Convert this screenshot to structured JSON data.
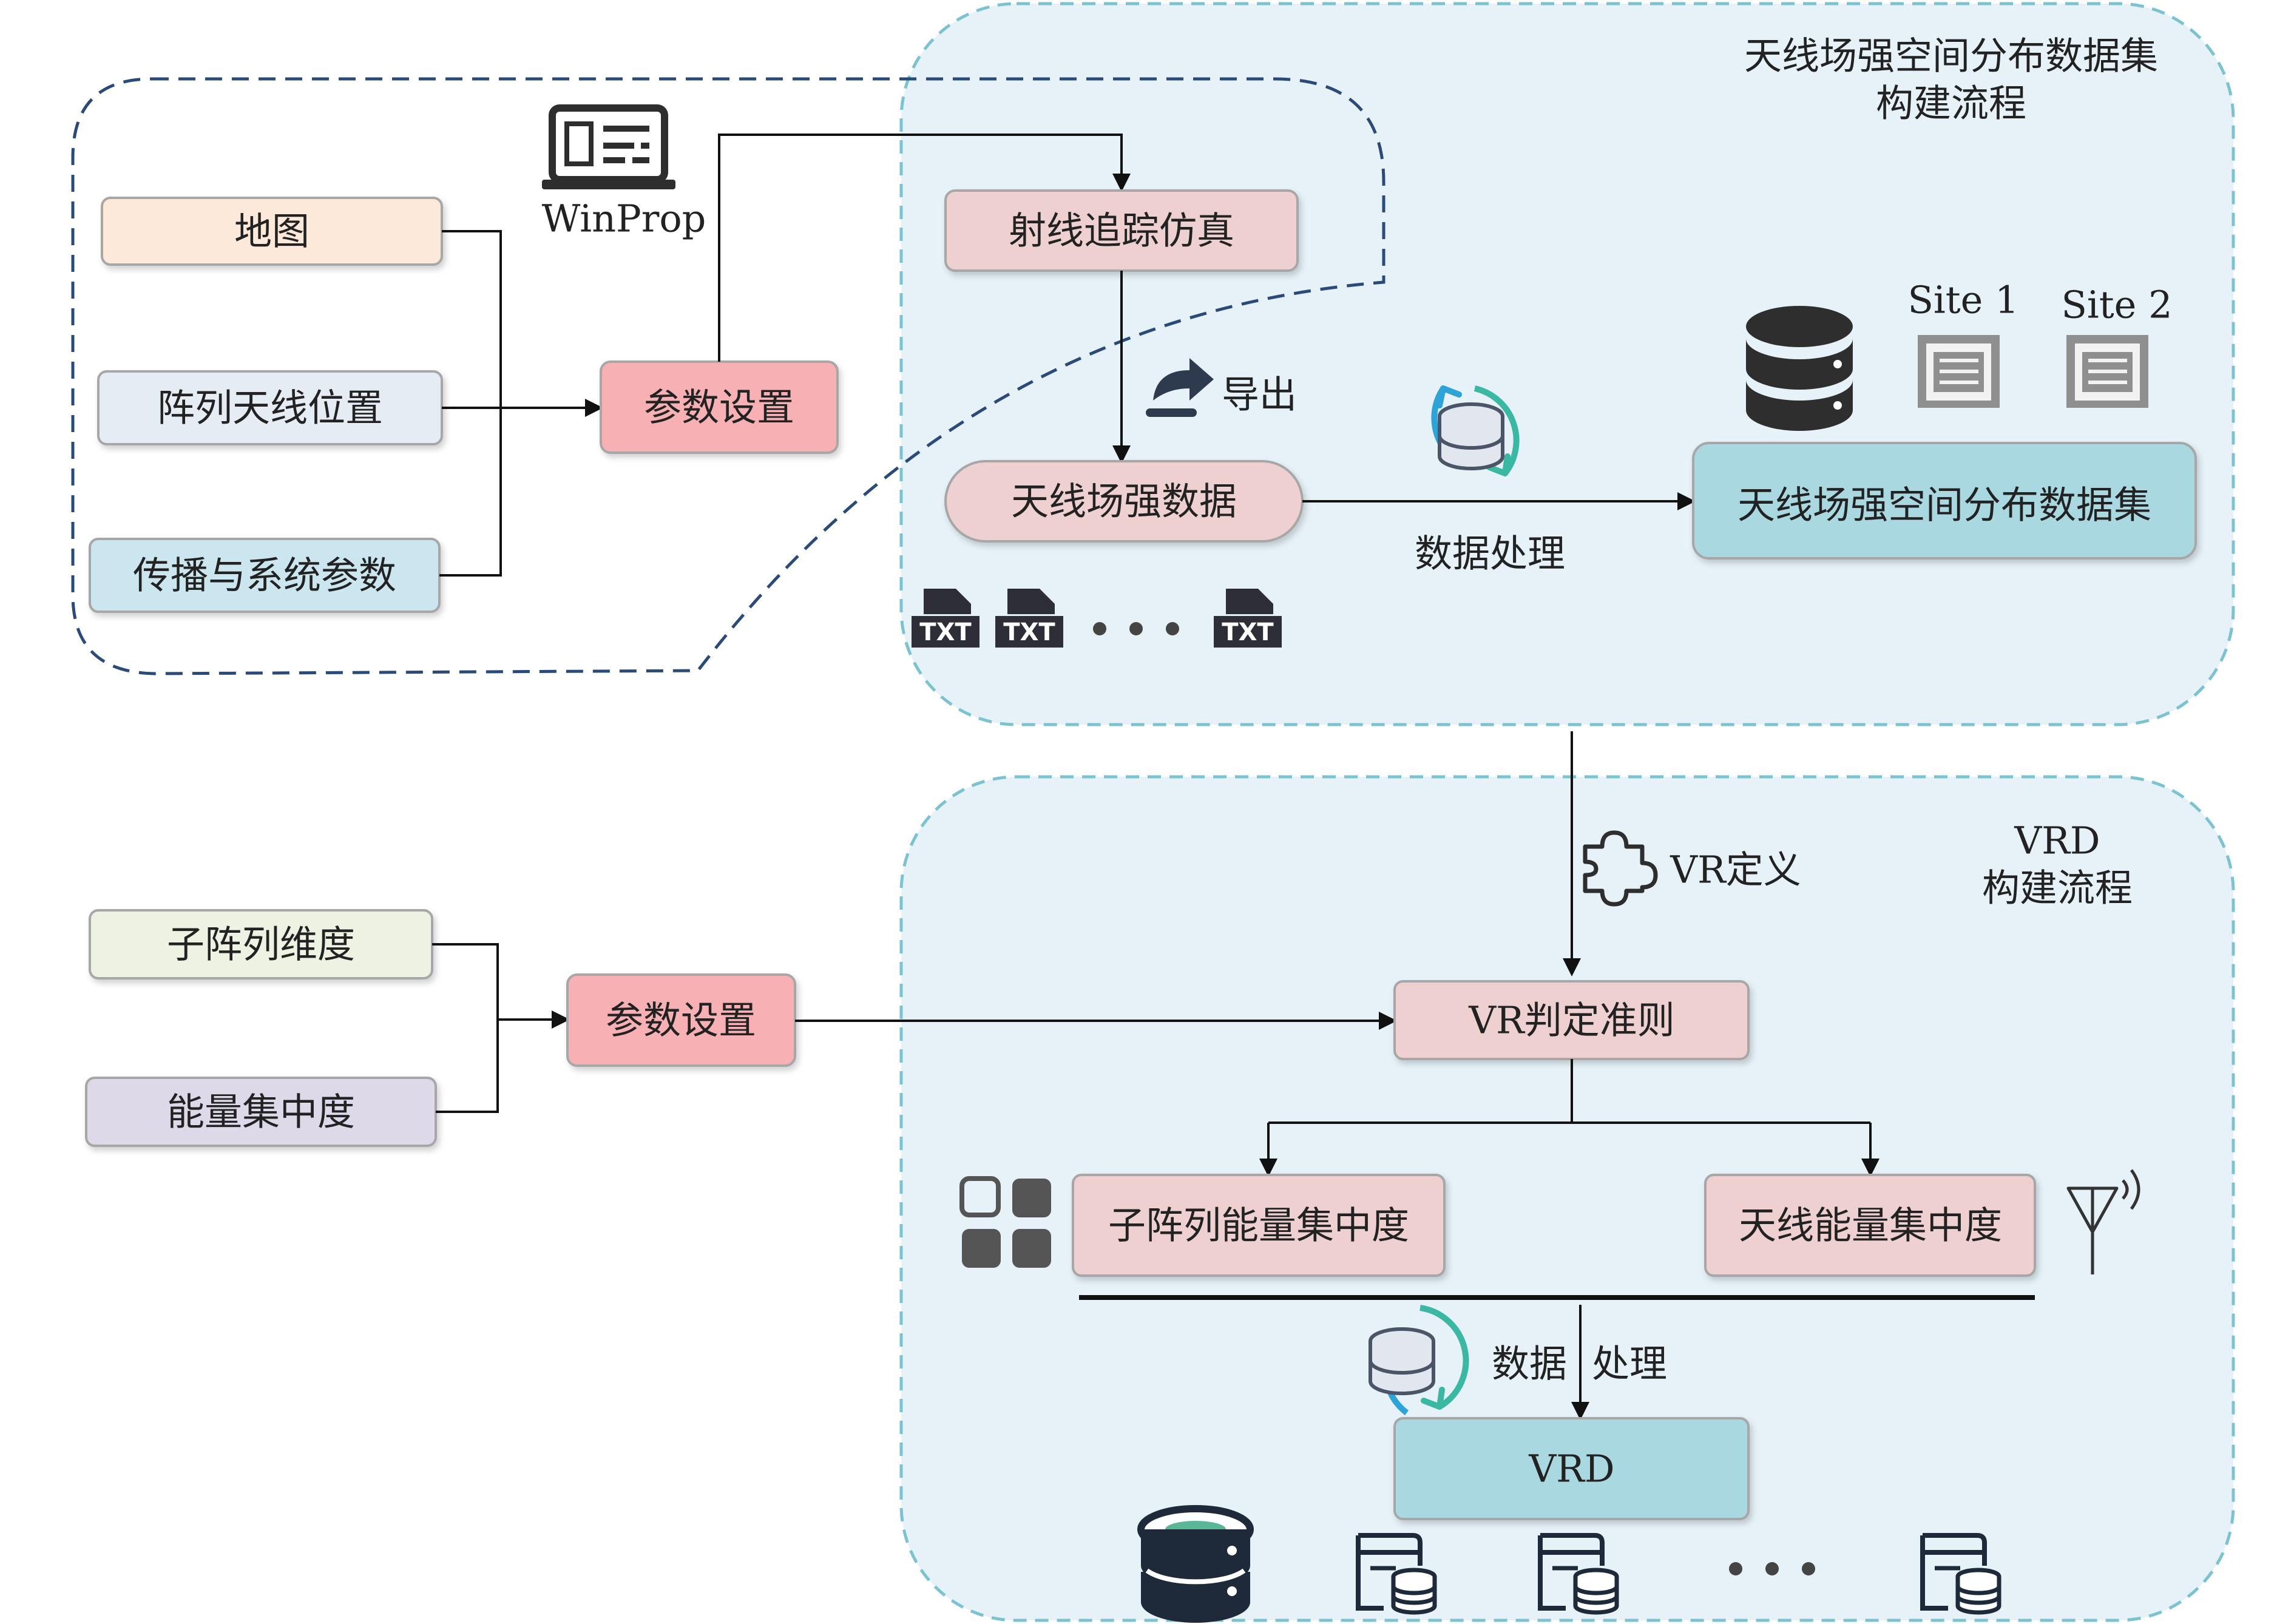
{
  "regions": {
    "dataset_title_line1": "天线场强空间分布数据集",
    "dataset_title_line2": "构建流程",
    "vrd_title_line1": "VRD",
    "vrd_title_line2": "构建流程"
  },
  "inputs_top": {
    "map": "地图",
    "array_position": "阵列天线位置",
    "propagation": "传播与系统参数"
  },
  "tool": {
    "name": "WinProp"
  },
  "top_flow": {
    "param_setting": "参数设置",
    "ray_tracing": "射线追踪仿真",
    "export": "导出",
    "field_data": "天线场强数据",
    "data_processing": "数据处理",
    "dataset": "天线场强空间分布数据集",
    "site1": "Site 1",
    "site2": "Site 2",
    "txt": "TXT"
  },
  "vr_definition": "VR定义",
  "inputs_bottom": {
    "subarray_dim": "子阵列维度",
    "energy_conc": "能量集中度"
  },
  "bottom_flow": {
    "param_setting": "参数设置",
    "vr_criterion": "VR判定准则",
    "subarray_energy": "子阵列能量集中度",
    "antenna_energy": "天线能量集中度",
    "data_label": "数据",
    "processing_label": "处理",
    "vrd": "VRD"
  },
  "colors": {
    "region_fill": "#e6f2f8",
    "region_border": "#7cc3d1",
    "dashed_outline": "#2a4a7a",
    "pink": "#f7b0b4",
    "rose": "#eed0d0",
    "teal": "#a9d8e0",
    "map_fill": "#fde9da",
    "pos_fill": "#e6ecf3",
    "prop_fill": "#cbe6ee",
    "subdim_fill": "#eef2e3",
    "energy_fill": "#ddd9e8",
    "icon_dark": "#2e2e2e"
  }
}
